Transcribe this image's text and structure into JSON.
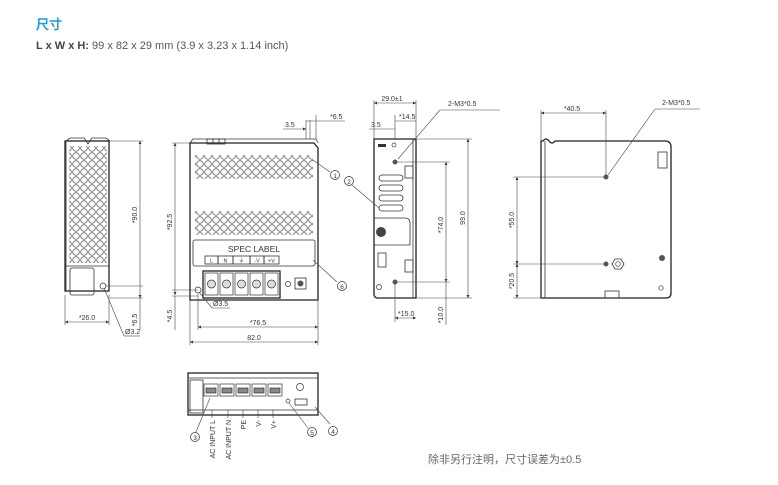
{
  "header": {
    "title": "尺寸",
    "spec_label": "L x W x H:",
    "spec_value": " 99 x 82 x 29 mm (3.9 x 3.23 x 1.14 inch)"
  },
  "side_view": {
    "height_dim": "*90.0",
    "width_dim": "*26.0",
    "offset_dim": "*6.5",
    "hole_dim": "Ø3.2"
  },
  "front_view": {
    "top_dim_a": "3.5",
    "top_dim_b": "*6.5",
    "height_dim": "*92.5",
    "bottom_offset_dim": "*4.5",
    "hole_dim": "Ø3.5",
    "inner_width_dim": "*76.5",
    "width_dim": "82.0",
    "label_text": "SPEC LABEL",
    "terminals": [
      "L",
      "N",
      "⏚",
      "-V",
      "+V"
    ],
    "callouts": [
      "1",
      "6"
    ]
  },
  "rear_view": {
    "depth_dim": "29.0±1",
    "dim_a": "*14.5",
    "dim_b": "3.5",
    "screw_label": "2-M3*0.5",
    "hole_spacing_dim": "*74.0",
    "length_dim": "99.0",
    "bottom_dim_a": "*15.0",
    "bottom_dim_b": "*10.0",
    "callouts": [
      "2"
    ]
  },
  "right_view": {
    "width_dim": "*40.5",
    "screw_label": "2-M3*0.5",
    "hole_spacing_dim": "*55.0",
    "bottom_dim": "*20.5"
  },
  "bottom_view": {
    "labels": [
      "AC INPUT L",
      "AC INPUT N",
      "PE",
      "V-",
      "V+"
    ],
    "callouts": [
      "3",
      "5",
      "4"
    ]
  },
  "footer": {
    "note": "除非另行注明，尺寸误差为±0.5"
  }
}
